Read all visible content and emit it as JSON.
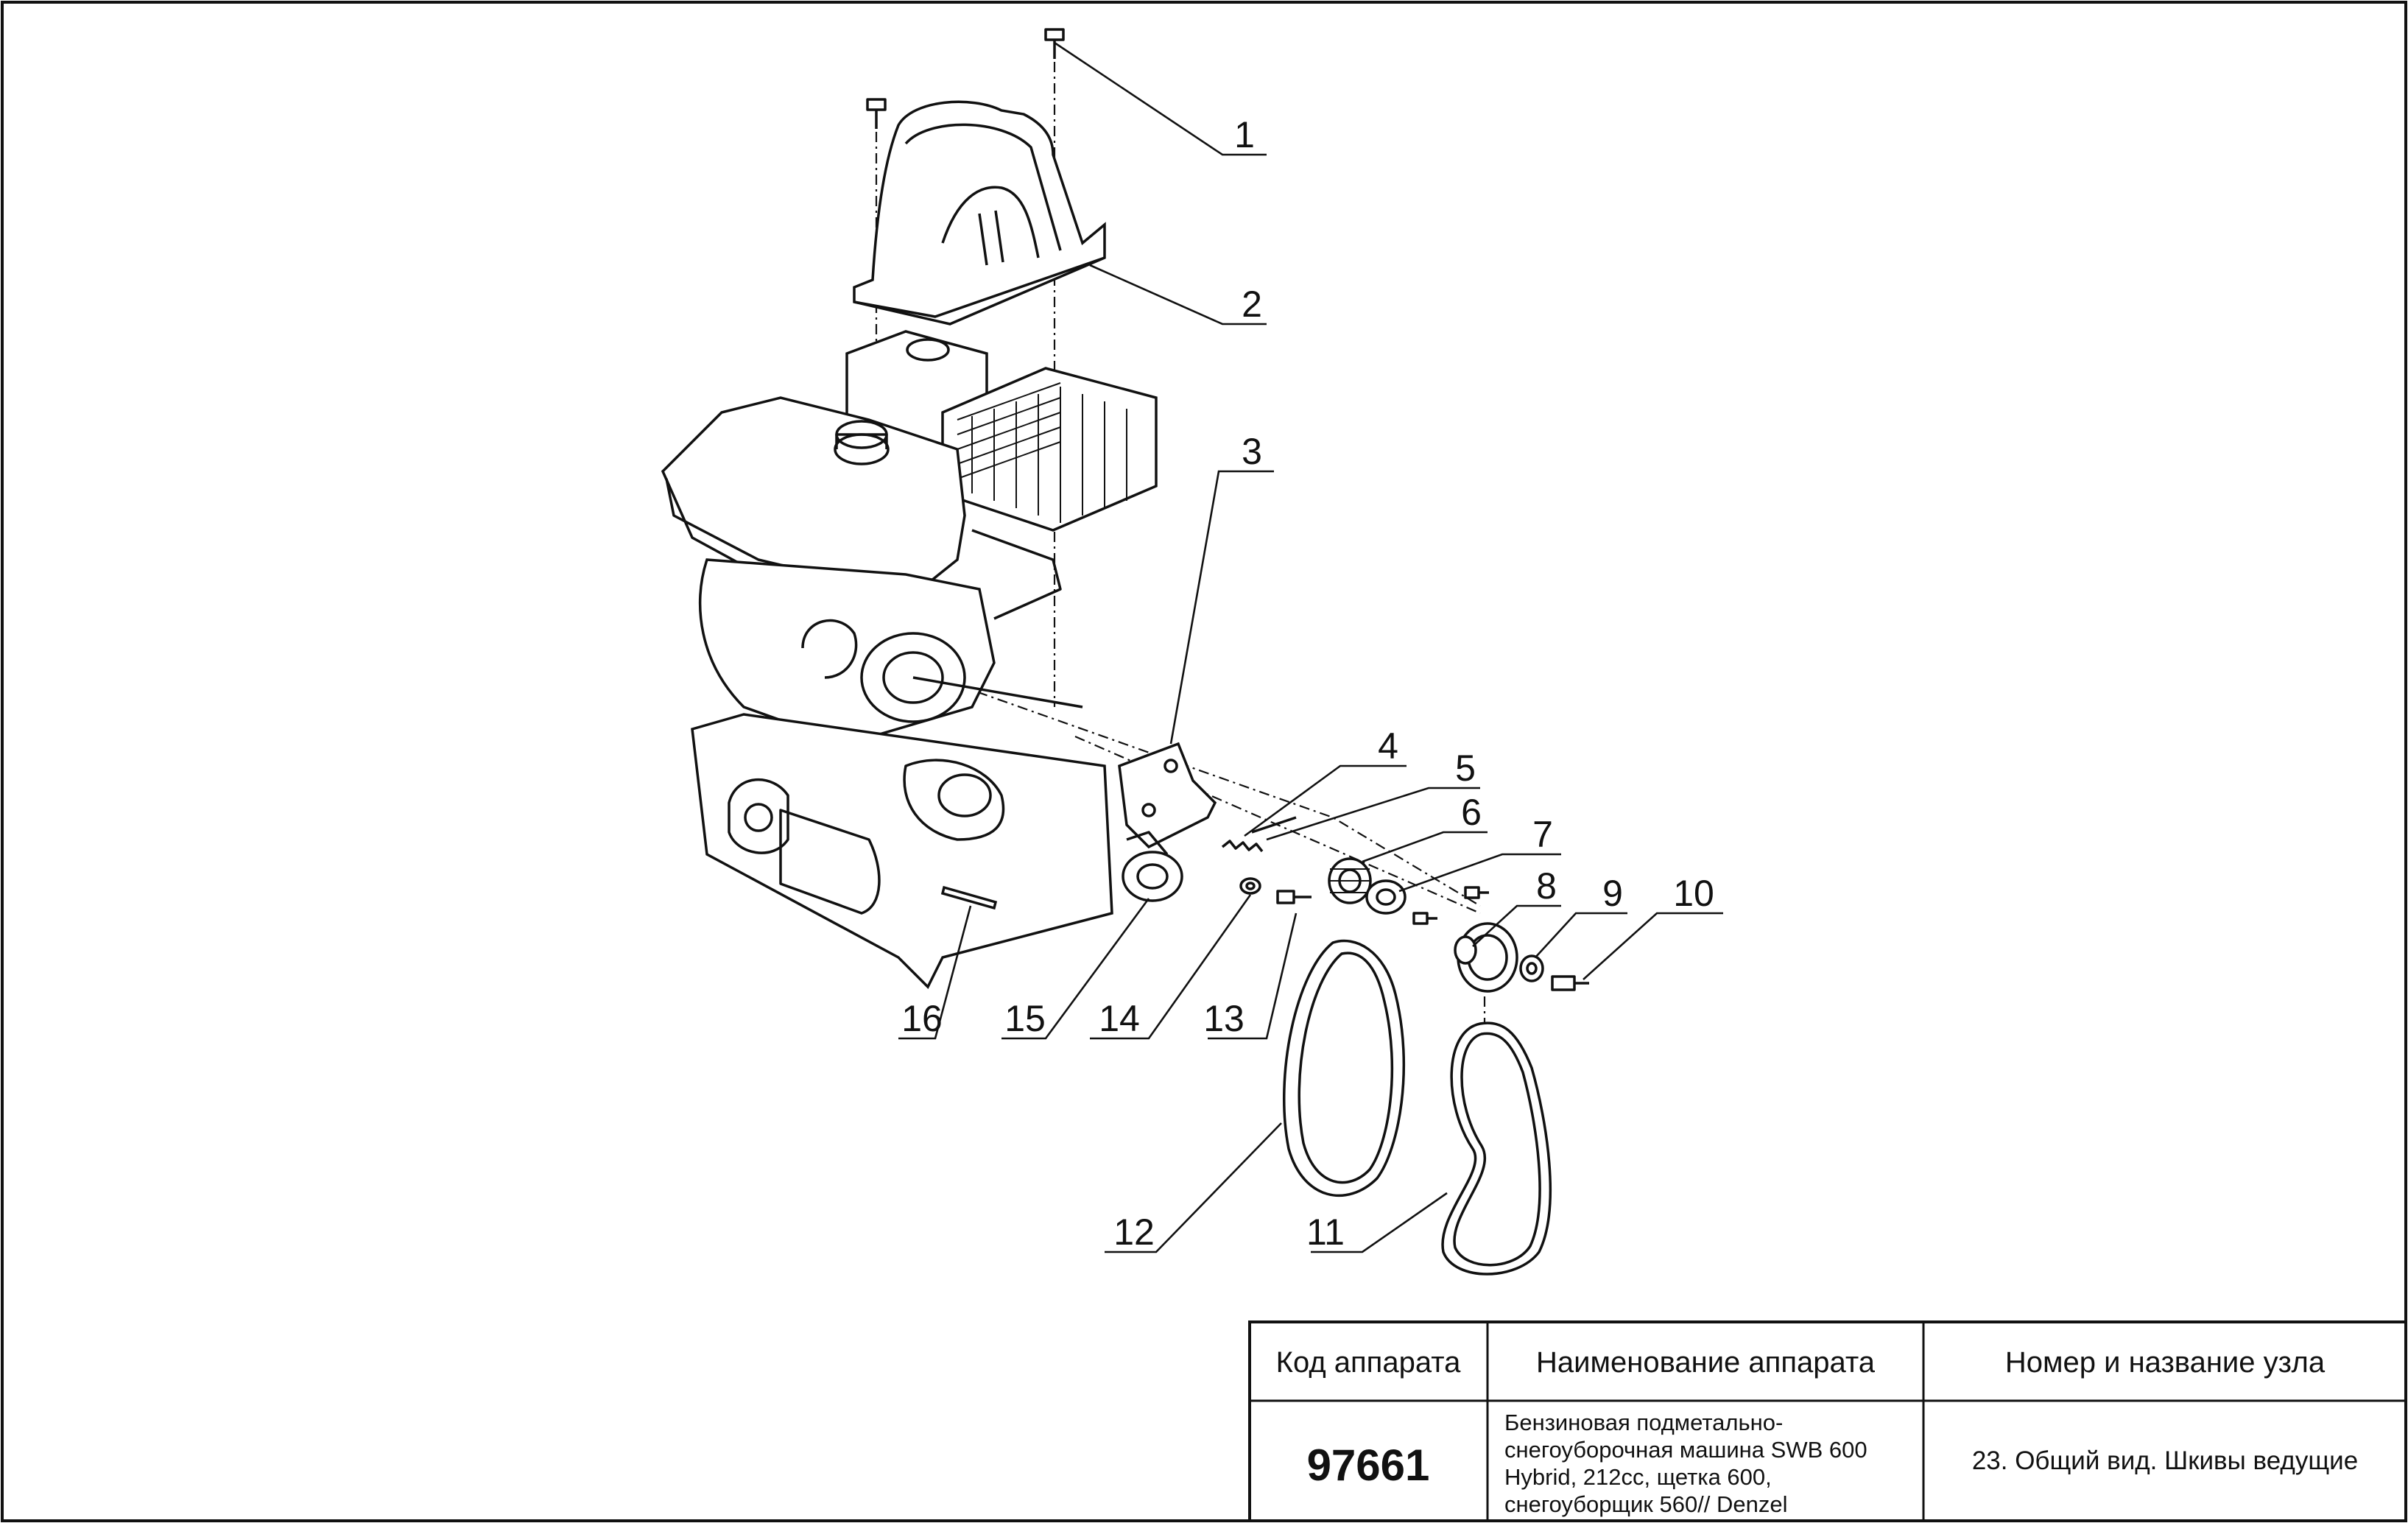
{
  "callouts": [
    {
      "n": "1"
    },
    {
      "n": "2"
    },
    {
      "n": "3"
    },
    {
      "n": "4"
    },
    {
      "n": "5"
    },
    {
      "n": "6"
    },
    {
      "n": "7"
    },
    {
      "n": "8"
    },
    {
      "n": "9"
    },
    {
      "n": "10"
    },
    {
      "n": "11"
    },
    {
      "n": "12"
    },
    {
      "n": "13"
    },
    {
      "n": "14"
    },
    {
      "n": "15"
    },
    {
      "n": "16"
    }
  ],
  "title_block": {
    "col_code_header": "Код аппарата",
    "col_name_header": "Наименование аппарата",
    "col_node_header": "Номер и название узла",
    "code": "97661",
    "name_lines": [
      "Бензиновая подметально-",
      "снегоуборочная машина SWB 600",
      "Hybrid, 212cc, щетка 600,",
      "снегоуборщик 560// Denzel"
    ],
    "node": "23. Общий вид. Шкивы ведущие"
  }
}
